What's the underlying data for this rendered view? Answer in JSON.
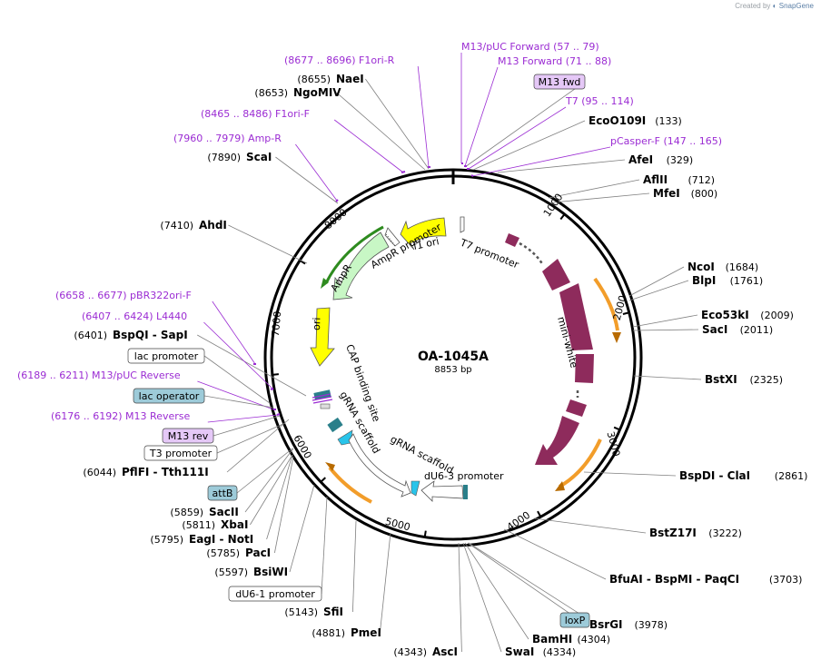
{
  "credit": {
    "prefix": "Created by",
    "brand": "SnapGene"
  },
  "plasmid": {
    "name": "OA-1045A",
    "size_label": "8853 bp"
  },
  "ticks": [
    "1000",
    "2000",
    "3000",
    "4000",
    "5000",
    "6000",
    "7000",
    "8000"
  ],
  "site_labels": [
    {
      "pos": "(8655)",
      "name": "NaeI"
    },
    {
      "pos": "(8653)",
      "name": "NgoMIV"
    },
    {
      "pos": "(7890)",
      "name": "ScaI"
    },
    {
      "pos": "(7410)",
      "name": "AhdI"
    },
    {
      "pos": "(6401)",
      "name": "BspQI - SapI"
    },
    {
      "pos": "(6044)",
      "name": "PflFI - Tth111I"
    },
    {
      "pos": "(5859)",
      "name": "SacII"
    },
    {
      "pos": "(5811)",
      "name": "XbaI"
    },
    {
      "pos": "(5795)",
      "name": "EagI - NotI"
    },
    {
      "pos": "(5785)",
      "name": "PacI"
    },
    {
      "pos": "(5597)",
      "name": "BsiWI"
    },
    {
      "pos": "(5143)",
      "name": "SfiI"
    },
    {
      "pos": "(4881)",
      "name": "PmeI"
    },
    {
      "pos": "(4343)",
      "name": "AscI"
    },
    {
      "pos": "(4334)",
      "name": "SwaI"
    },
    {
      "pos": "(4304)",
      "name": "BamHI"
    },
    {
      "pos": "(3978)",
      "name": "BsrGI"
    },
    {
      "pos": "(3703)",
      "name": "BfuAI - BspMI - PaqCI"
    },
    {
      "pos": "(3222)",
      "name": "BstZ17I"
    },
    {
      "pos": "(2861)",
      "name": "BspDI - ClaI"
    },
    {
      "pos": "(2325)",
      "name": "BstXI"
    },
    {
      "pos": "(2011)",
      "name": "SacI"
    },
    {
      "pos": "(2009)",
      "name": "Eco53kI"
    },
    {
      "pos": "(1761)",
      "name": "BlpI"
    },
    {
      "pos": "(1684)",
      "name": "NcoI"
    },
    {
      "pos": "(800)",
      "name": "MfeI"
    },
    {
      "pos": "(712)",
      "name": "AflII"
    },
    {
      "pos": "(329)",
      "name": "AfeI"
    },
    {
      "pos": "(133)",
      "name": "EcoO109I"
    }
  ],
  "primer_labels": [
    {
      "range": "(8677 .. 8696)",
      "name": "F1ori-R"
    },
    {
      "range": "(8465 .. 8486)",
      "name": "F1ori-F"
    },
    {
      "range": "(7960 .. 7979)",
      "name": "Amp-R"
    },
    {
      "range": "(6658 .. 6677)",
      "name": "pBR322ori-F"
    },
    {
      "range": "(6407 .. 6424)",
      "name": "L4440"
    },
    {
      "range": "(6189 .. 6211)",
      "name": "M13/pUC Reverse"
    },
    {
      "range": "(6176 .. 6192)",
      "name": "M13 Reverse"
    },
    {
      "range": "(57 .. 79)",
      "name": "M13/pUC Forward"
    },
    {
      "range": "(71 .. 88)",
      "name": "M13 Forward"
    },
    {
      "range": "(95 .. 114)",
      "name": "T7"
    },
    {
      "range": "(147 .. 165)",
      "name": "pCasper-F"
    }
  ],
  "boxed_labels": [
    {
      "text": "M13 fwd",
      "style": "primer"
    },
    {
      "text": "lac promoter",
      "style": "promoter"
    },
    {
      "text": "lac operator",
      "style": "protein"
    },
    {
      "text": "M13 rev",
      "style": "primer"
    },
    {
      "text": "T3 promoter",
      "style": "promoter"
    },
    {
      "text": "attB",
      "style": "protein"
    },
    {
      "text": "dU6-1 promoter",
      "style": "promoter"
    },
    {
      "text": "loxP",
      "style": "protein"
    }
  ],
  "feature_labels": [
    "T7 promoter",
    "f1 ori",
    "AmpR promoter",
    "AmpR",
    "ori",
    "mini-white",
    "CAP binding site",
    "gRNA scaffold",
    "gRNA scaffold",
    "dU6-3 promoter"
  ],
  "colors": {
    "primer": "#9b2cd3",
    "primer_box": "#e5c8f7",
    "protein_box": "#9dcbd9",
    "mini_white": "#8e2b5c",
    "f1_ori": "#ffff00",
    "ampr": "#c8f7c5",
    "orange_arrow": "#f29d2a",
    "teal": "#2a7f8a",
    "cyan": "#29c4ea"
  }
}
